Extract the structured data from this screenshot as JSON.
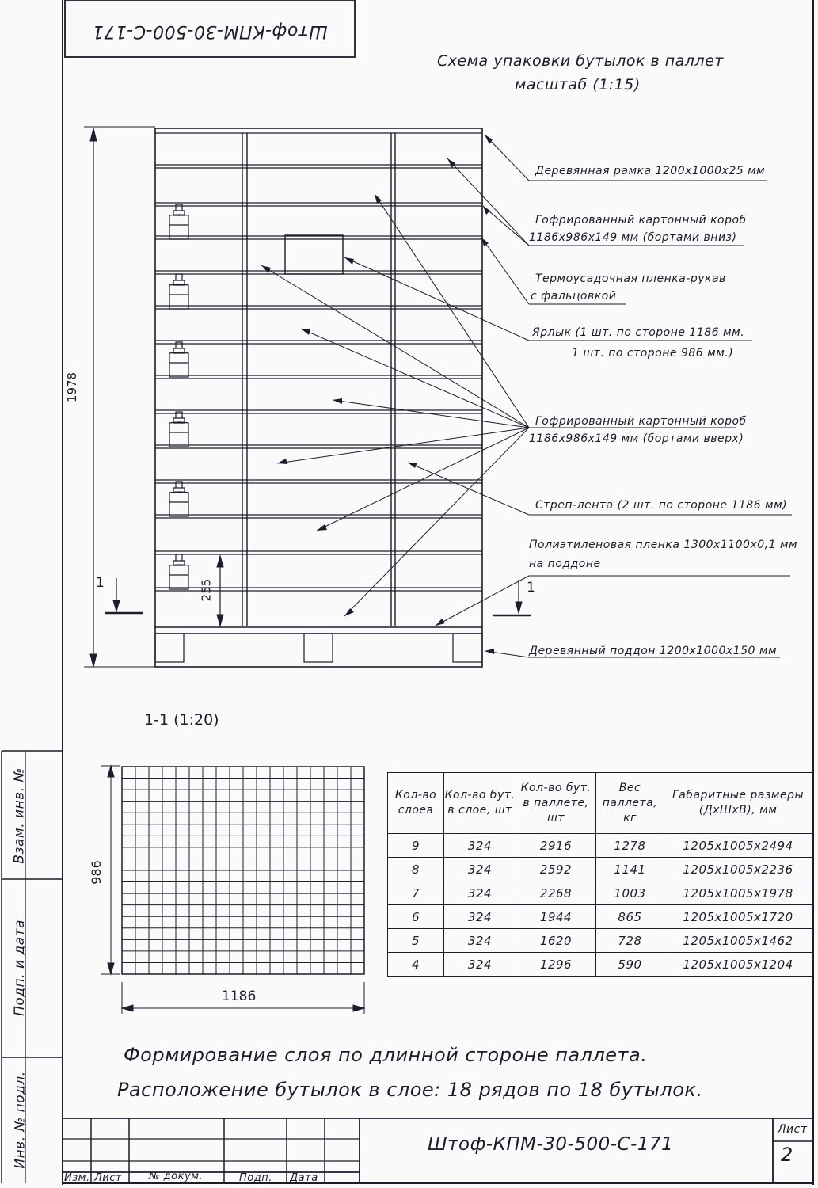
{
  "stamp_title": "Штоф-КПМ-30-500-С-171",
  "scheme_title_line1": "Схема упаковки бутылок в паллет",
  "scheme_title_line2": "масштаб (1:15)",
  "dimensions": {
    "height": "1978",
    "bottom_layer": "255",
    "section_width": "986",
    "section_length": "1186"
  },
  "section_marks": {
    "left": "1",
    "right": "1"
  },
  "section_label": "1-1 (1:20)",
  "callouts": {
    "frame": "Деревянная рамка 1200x1000x25 мм",
    "box_down_1": "Гофрированный картонный короб",
    "box_down_2": "1186x986x149 мм (бортами вниз)",
    "film_1": "Термоусадочная пленка-рукав",
    "film_2": "с фальцовкой",
    "label_1": "Ярлык (1 шт. по стороне 1186 мм.",
    "label_2": "1 шт. по стороне 986 мм.)",
    "box_up_1": "Гофрированный картонный короб",
    "box_up_2": "1186x986x149 мм (бортами вверх)",
    "strap": "Стреп-лента (2 шт. по стороне 1186 мм)",
    "pe_film_1": "Полиэтиленовая пленка 1300x1100x0,1 мм",
    "pe_film_2": "на поддоне",
    "pallet": "Деревянный поддон 1200x1000x150 мм"
  },
  "grid": {
    "rows": 18,
    "cols": 18
  },
  "table": {
    "headers": [
      "Кол-во слоев",
      "Кол-во бут. в слое, шт",
      "Кол-во бут. в паллете, шт",
      "Вес паллета, кг",
      "Габаритные размеры (ДхШхВ), мм"
    ],
    "rows": [
      [
        "9",
        "324",
        "2916",
        "1278",
        "1205x1005x2494"
      ],
      [
        "8",
        "324",
        "2592",
        "1141",
        "1205x1005x2236"
      ],
      [
        "7",
        "324",
        "2268",
        "1003",
        "1205x1005x1978"
      ],
      [
        "6",
        "324",
        "1944",
        "865",
        "1205x1005x1720"
      ],
      [
        "5",
        "324",
        "1620",
        "728",
        "1205x1005x1462"
      ],
      [
        "4",
        "324",
        "1296",
        "590",
        "1205x1005x1204"
      ]
    ]
  },
  "note_line1": "Формирование слоя по длинной стороне паллета.",
  "note_line2": "Расположение бутылок в слое: 18 рядов по 18 бутылок.",
  "side_labels": {
    "inv_replace": "Взам. инв. №",
    "sign_date": "Подп. и дата",
    "inv_orig": "Инв. № подл."
  },
  "title_block": {
    "designation": "Штоф-КПМ-30-500-С-171",
    "sheet_label": "Лист",
    "sheet_number": "2",
    "col_izm": "Изм.",
    "col_list": "Лист",
    "col_doc": "№ докум.",
    "col_sign": "Подп.",
    "col_date": "Дата"
  }
}
